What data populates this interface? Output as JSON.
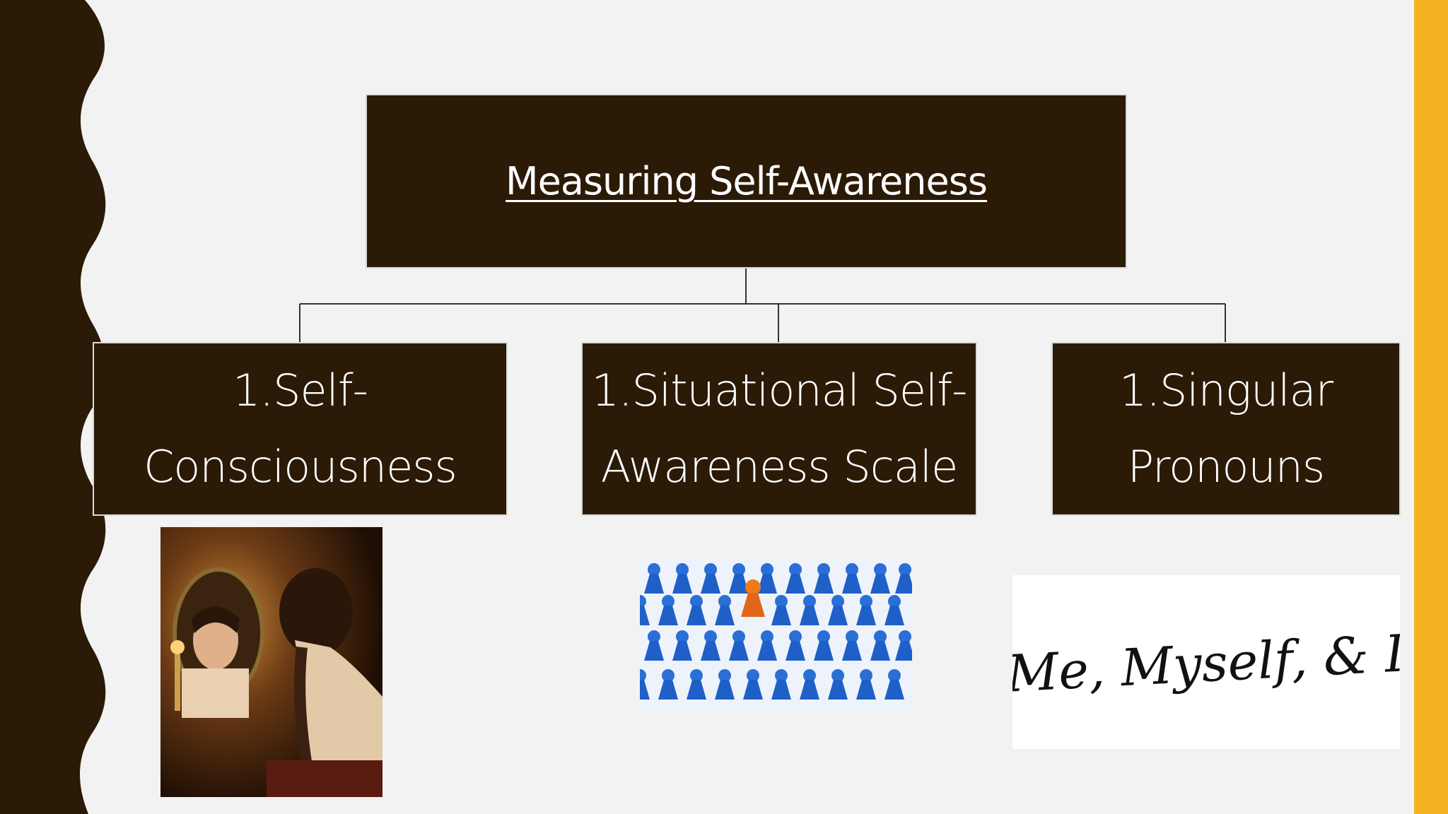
{
  "slide": {
    "title": "Measuring Self-Awareness",
    "nodes": [
      {
        "line1": "1.Self-",
        "line2": "Consciousness"
      },
      {
        "line1": "1.Situational Self-",
        "line2": "Awareness Scale"
      },
      {
        "line1": "1.Singular",
        "line2": "Pronouns"
      }
    ],
    "images": {
      "mirror": "painting-woman-at-mirror",
      "pawns": "blue-pawns-one-orange",
      "me": "Me, Myself, & I"
    }
  },
  "colors": {
    "box_fill": "#2b1a06",
    "accent": "#f5b324",
    "background": "#f2f2f2"
  }
}
